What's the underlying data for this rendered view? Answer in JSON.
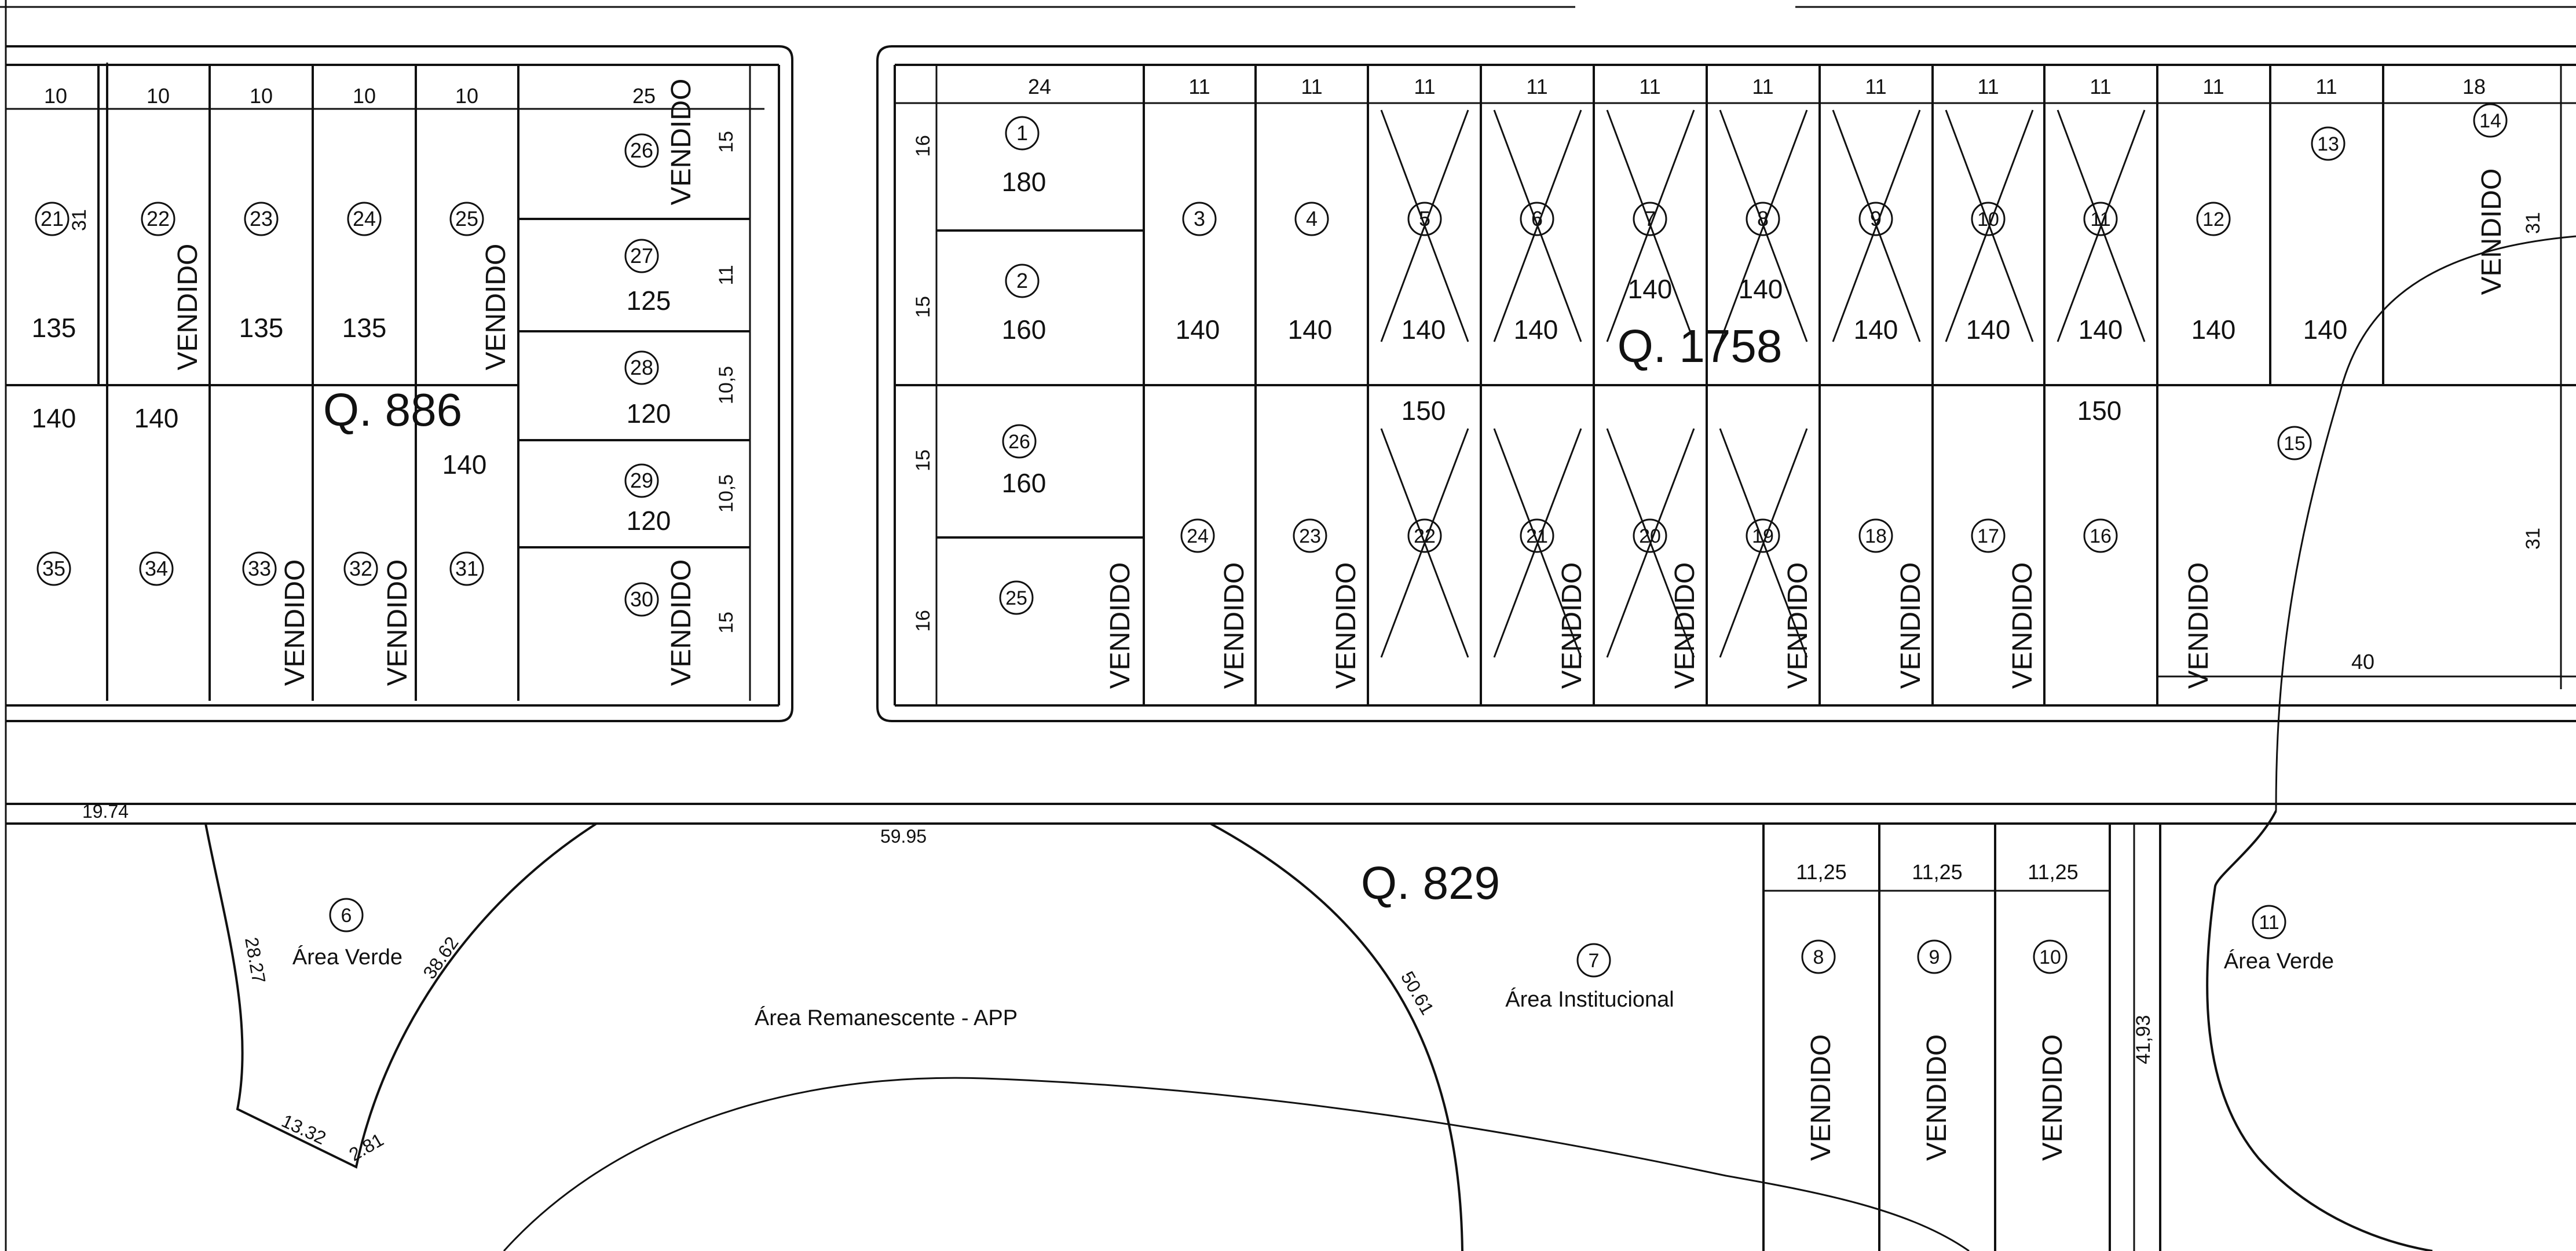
{
  "blocks": {
    "q886": "Q. 886",
    "q1758": "Q. 1758",
    "q829": "Q. 829"
  },
  "sold_label": "VENDIDO",
  "q886": {
    "top_widths": [
      "10",
      "10",
      "10",
      "10",
      "10",
      "25"
    ],
    "right_depths": [
      "15",
      "11",
      "10,5",
      "10,5",
      "15"
    ],
    "left_depth": "31",
    "lots": [
      {
        "num": "21",
        "area": "135"
      },
      {
        "num": "22",
        "area": "",
        "sold": true
      },
      {
        "num": "23",
        "area": "135"
      },
      {
        "num": "24",
        "area": "135"
      },
      {
        "num": "25",
        "area": "",
        "sold": true
      },
      {
        "num": "26",
        "area": "",
        "sold": true
      },
      {
        "num": "27",
        "area": "125"
      },
      {
        "num": "28",
        "area": "120"
      },
      {
        "num": "29",
        "area": "120"
      },
      {
        "num": "30",
        "area": "",
        "sold": true
      },
      {
        "num": "31",
        "area": "140"
      },
      {
        "num": "32",
        "area": "",
        "sold": true
      },
      {
        "num": "33",
        "area": "",
        "sold": true
      },
      {
        "num": "34",
        "area": "140"
      },
      {
        "num": "35",
        "area": "140"
      }
    ]
  },
  "q1758": {
    "top_widths": [
      "24",
      "11",
      "11",
      "11",
      "11",
      "11",
      "11",
      "11",
      "11",
      "11",
      "11",
      "11",
      "18"
    ],
    "left_depths": [
      "16",
      "15",
      "15",
      "16"
    ],
    "right_depths": [
      "31",
      "31"
    ],
    "bottom_dim": "40",
    "lots": [
      {
        "num": "1",
        "area": "180"
      },
      {
        "num": "2",
        "area": "160"
      },
      {
        "num": "3",
        "area": "140"
      },
      {
        "num": "4",
        "area": "140"
      },
      {
        "num": "5",
        "area": "140"
      },
      {
        "num": "6",
        "area": "140"
      },
      {
        "num": "7",
        "area": "140"
      },
      {
        "num": "8",
        "area": "140"
      },
      {
        "num": "9",
        "area": "140"
      },
      {
        "num": "10",
        "area": "140"
      },
      {
        "num": "11",
        "area": "140"
      },
      {
        "num": "12",
        "area": "140"
      },
      {
        "num": "13",
        "area": "140"
      },
      {
        "num": "14",
        "area": "",
        "sold": true
      },
      {
        "num": "15",
        "area": ""
      },
      {
        "num": "16",
        "area": "150"
      },
      {
        "num": "17",
        "area": "",
        "sold": true
      },
      {
        "num": "18",
        "area": "",
        "sold": true
      },
      {
        "num": "19",
        "area": "",
        "sold": true
      },
      {
        "num": "20",
        "area": "",
        "sold": true
      },
      {
        "num": "21",
        "area": "",
        "sold": true
      },
      {
        "num": "22",
        "area": "150"
      },
      {
        "num": "23",
        "area": "",
        "sold": true
      },
      {
        "num": "24",
        "area": "",
        "sold": true
      },
      {
        "num": "25",
        "area": "",
        "sold": true
      },
      {
        "num": "26",
        "area": "160"
      }
    ]
  },
  "q829": {
    "street_dims": [
      "19.74",
      "59.95"
    ],
    "area_6": {
      "num": "6",
      "label": "Área Verde",
      "dims": [
        "28.27",
        "38.62",
        "13.32",
        "2.81"
      ]
    },
    "remanescente": "Área  Remanescente - APP",
    "area_7": {
      "num": "7",
      "label": "Área Institucional",
      "dim": "50.61"
    },
    "lot_widths": [
      "11,25",
      "11,25",
      "11,25"
    ],
    "lots": [
      {
        "num": "8"
      },
      {
        "num": "9"
      },
      {
        "num": "10"
      }
    ],
    "side_dim": "41,93",
    "area_11": {
      "num": "11",
      "label": "Área Verde"
    }
  }
}
